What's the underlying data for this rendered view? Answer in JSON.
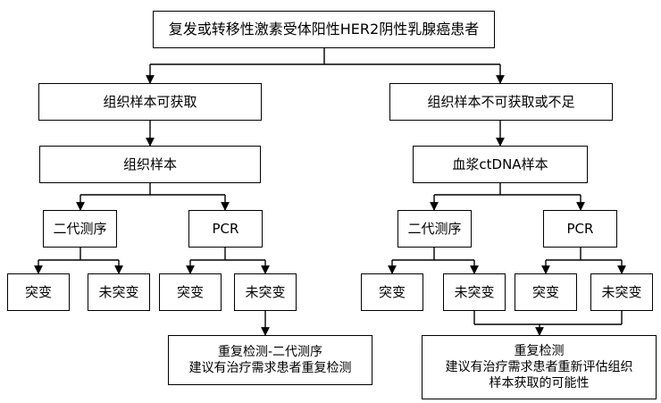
{
  "nodes": {
    "root": "复发或转移性激素受体阳性HER2阴性乳腺癌患者",
    "left_branch": "组织样本可获取",
    "right_branch": "组织样本不可获取或不足",
    "left_sample": "组织样本",
    "right_sample": "血浆ctDNA样本",
    "ll_method": "二代测序",
    "lr_method": "PCR",
    "rl_method": "二代测序",
    "rr_method": "PCR",
    "ll_mut": "突变",
    "ll_nomut": "未突变",
    "lr_mut": "突变",
    "lr_nomut": "未突变",
    "rl_mut": "突变",
    "rl_nomut": "未突变",
    "rr_mut": "突变",
    "rr_nomut": "未突变",
    "left_advice": {
      "line1": "重复检测-二代测序",
      "line2": "建议有治疗需求患者重复检测"
    },
    "right_advice": {
      "line1": "重复检测",
      "line2": "建议有治疗需求患者重新评估组织",
      "line3": "样本获取的可能性"
    }
  }
}
